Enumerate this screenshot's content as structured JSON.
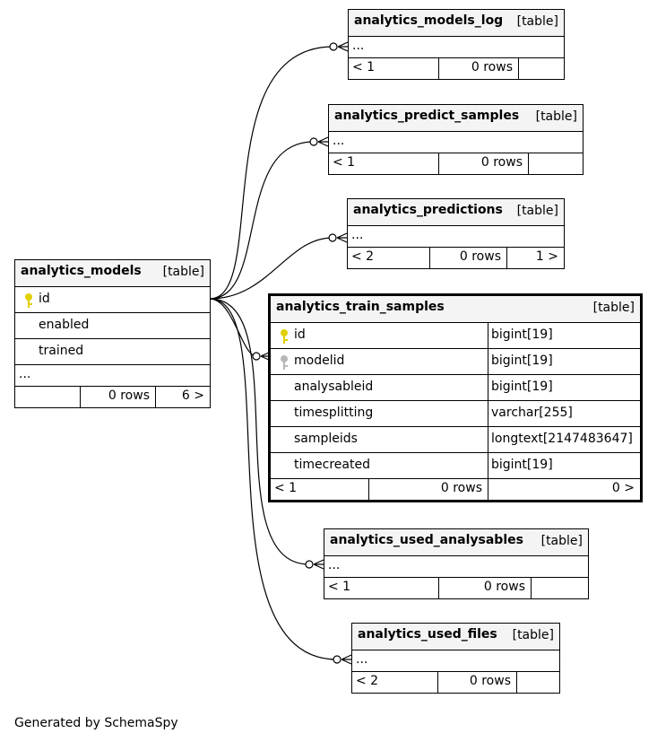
{
  "footer": "Generated by SchemaSpy",
  "tables": {
    "models_log": {
      "name": "analytics_models_log",
      "kind": "[table]",
      "more": "...",
      "parents": "< 1",
      "rows": "0 rows",
      "children": ""
    },
    "predict_samples": {
      "name": "analytics_predict_samples",
      "kind": "[table]",
      "more": "...",
      "parents": "< 1",
      "rows": "0 rows",
      "children": ""
    },
    "predictions": {
      "name": "analytics_predictions",
      "kind": "[table]",
      "more": "...",
      "parents": "< 2",
      "rows": "0 rows",
      "children": "1 >"
    },
    "models": {
      "name": "analytics_models",
      "kind": "[table]",
      "cols": [
        "id",
        "enabled",
        "trained"
      ],
      "more": "...",
      "parents": "",
      "rows": "0 rows",
      "children": "6 >"
    },
    "train_samples": {
      "name": "analytics_train_samples",
      "kind": "[table]",
      "cols": [
        {
          "name": "id",
          "type": "bigint[19]"
        },
        {
          "name": "modelid",
          "type": "bigint[19]"
        },
        {
          "name": "analysableid",
          "type": "bigint[19]"
        },
        {
          "name": "timesplitting",
          "type": "varchar[255]"
        },
        {
          "name": "sampleids",
          "type": "longtext[2147483647]"
        },
        {
          "name": "timecreated",
          "type": "bigint[19]"
        }
      ],
      "parents": "< 1",
      "rows": "0 rows",
      "children": "0 >"
    },
    "used_analysables": {
      "name": "analytics_used_analysables",
      "kind": "[table]",
      "more": "...",
      "parents": "< 1",
      "rows": "0 rows",
      "children": ""
    },
    "used_files": {
      "name": "analytics_used_files",
      "kind": "[table]",
      "more": "...",
      "parents": "< 2",
      "rows": "0 rows",
      "children": ""
    }
  },
  "colors": {
    "primary_key": "#e0d000",
    "foreign_key": "#b8b8b8",
    "header_bg": "#f4f4f4"
  }
}
